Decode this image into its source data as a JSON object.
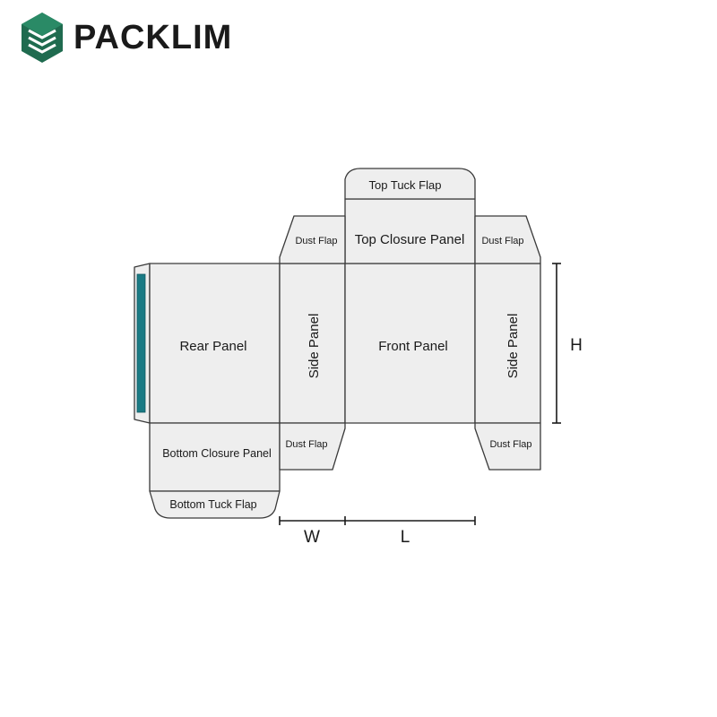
{
  "brand": {
    "name": "PACKLIM",
    "logo_icon": "packlim-hexagon-logo-icon",
    "color": "#1f6b4f"
  },
  "colors": {
    "panel_fill": "#eeeeee",
    "stroke": "#3a3a3a",
    "glue_strip": "#1a7a84"
  },
  "labels": {
    "top_tuck_flap": "Top Tuck Flap",
    "top_closure_panel": "Top Closure Panel",
    "dust_flap_top_left": "Dust Flap",
    "dust_flap_top_right": "Dust Flap",
    "rear_panel": "Rear Panel",
    "side_panel_left": "Side Panel",
    "front_panel": "Front Panel",
    "side_panel_right": "Side Panel",
    "bottom_closure_panel": "Bottom Closure Panel",
    "dust_flap_bottom_left": "Dust Flap",
    "dust_flap_bottom_right": "Dust Flap",
    "bottom_tuck_flap": "Bottom Tuck Flap"
  },
  "dimensions": {
    "width": "W",
    "length": "L",
    "height": "H"
  }
}
